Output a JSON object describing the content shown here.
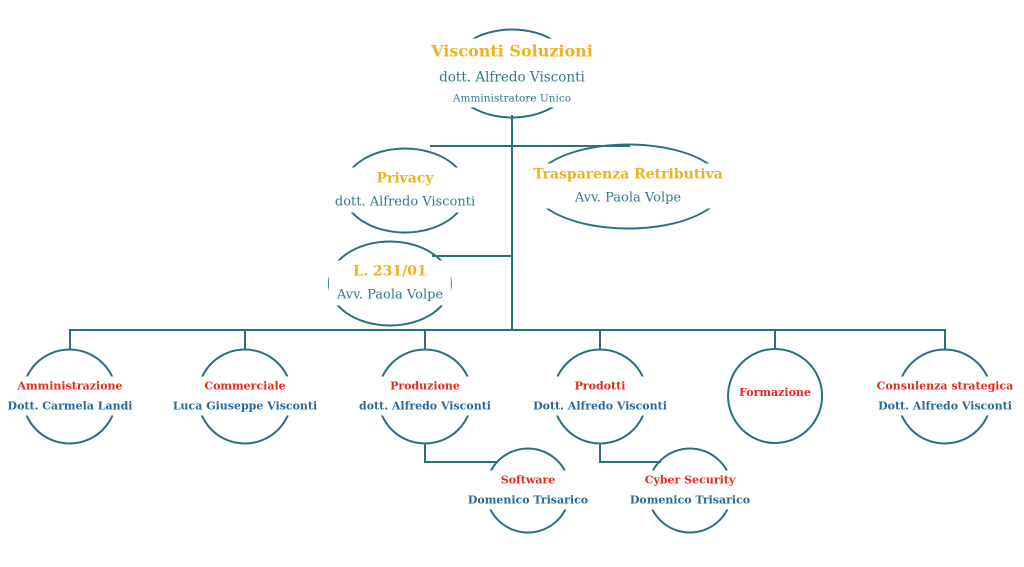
{
  "org": {
    "root": {
      "title": "Visconti Soluzioni",
      "person": "dott. Alfredo Visconti",
      "role": "Amministratore Unico"
    },
    "staff": [
      {
        "title": "Privacy",
        "person": "dott. Alfredo Visconti"
      },
      {
        "title": "Trasparenza Retributiva",
        "person": "Avv. Paola Volpe"
      },
      {
        "title": "L. 231/01",
        "person": "Avv. Paola Volpe"
      }
    ],
    "departments": [
      {
        "title": "Amministrazione",
        "person": "Dott. Carmela Landi"
      },
      {
        "title": "Commerciale",
        "person": "Luca Giuseppe Visconti"
      },
      {
        "title": "Produzione",
        "person": "dott. Alfredo Visconti"
      },
      {
        "title": "Prodotti",
        "person": "Dott. Alfredo Visconti"
      },
      {
        "title": "Formazione",
        "person": ""
      },
      {
        "title": "Consulenza strategica",
        "person": "Dott. Alfredo Visconti"
      }
    ],
    "subdepartments": [
      {
        "title": "Software",
        "person": "Domenico Trisarico"
      },
      {
        "title": "Cyber Security",
        "person": "Domenico Trisarico"
      }
    ]
  },
  "colors": {
    "line_teal": "#2d6f80",
    "title_gold": "#f0b11e",
    "department_red": "#e52a20",
    "person_blue": "#2a6899",
    "person_teal": "#35788a",
    "background": "#ffffff"
  }
}
